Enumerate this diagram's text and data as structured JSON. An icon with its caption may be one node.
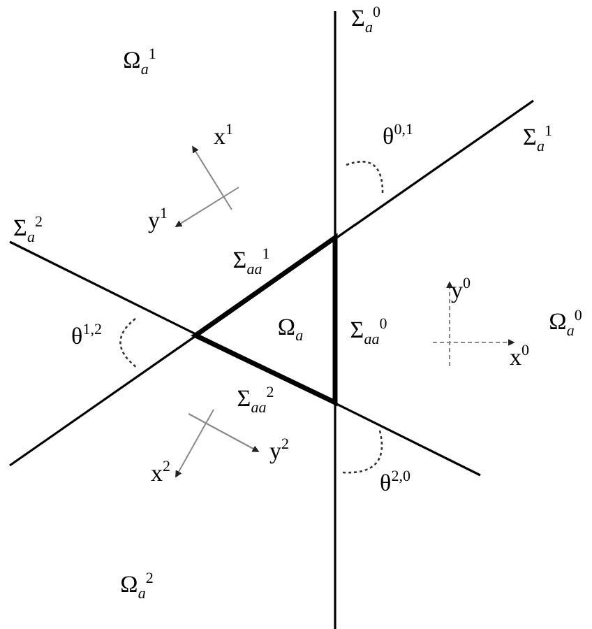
{
  "diagram": {
    "labels": [
      "Σ$_{a}$$^{0}$",
      "Ω$_{a}$$^{1}$",
      "x$^{1}$",
      "θ$^{0,1}$",
      "Σ$_{a}$$^{1}$",
      "Σ$_{a}$$^{2}$",
      "y$^{1}$",
      "Σ$_{aa}$$^{1}$",
      "y$^{0}$",
      "Ω$_{a}$",
      "Σ$_{aa}$$^{0}$",
      "Ω$_{a}$$^{0}$",
      "θ$^{1,2}$",
      "x$^{0}$",
      "Σ$_{aa}$$^{2}$",
      "y$^{2}$",
      "x$^{2}$",
      "θ$^{2,0}$",
      "Ω$_{a}$$^{2}$"
    ]
  }
}
